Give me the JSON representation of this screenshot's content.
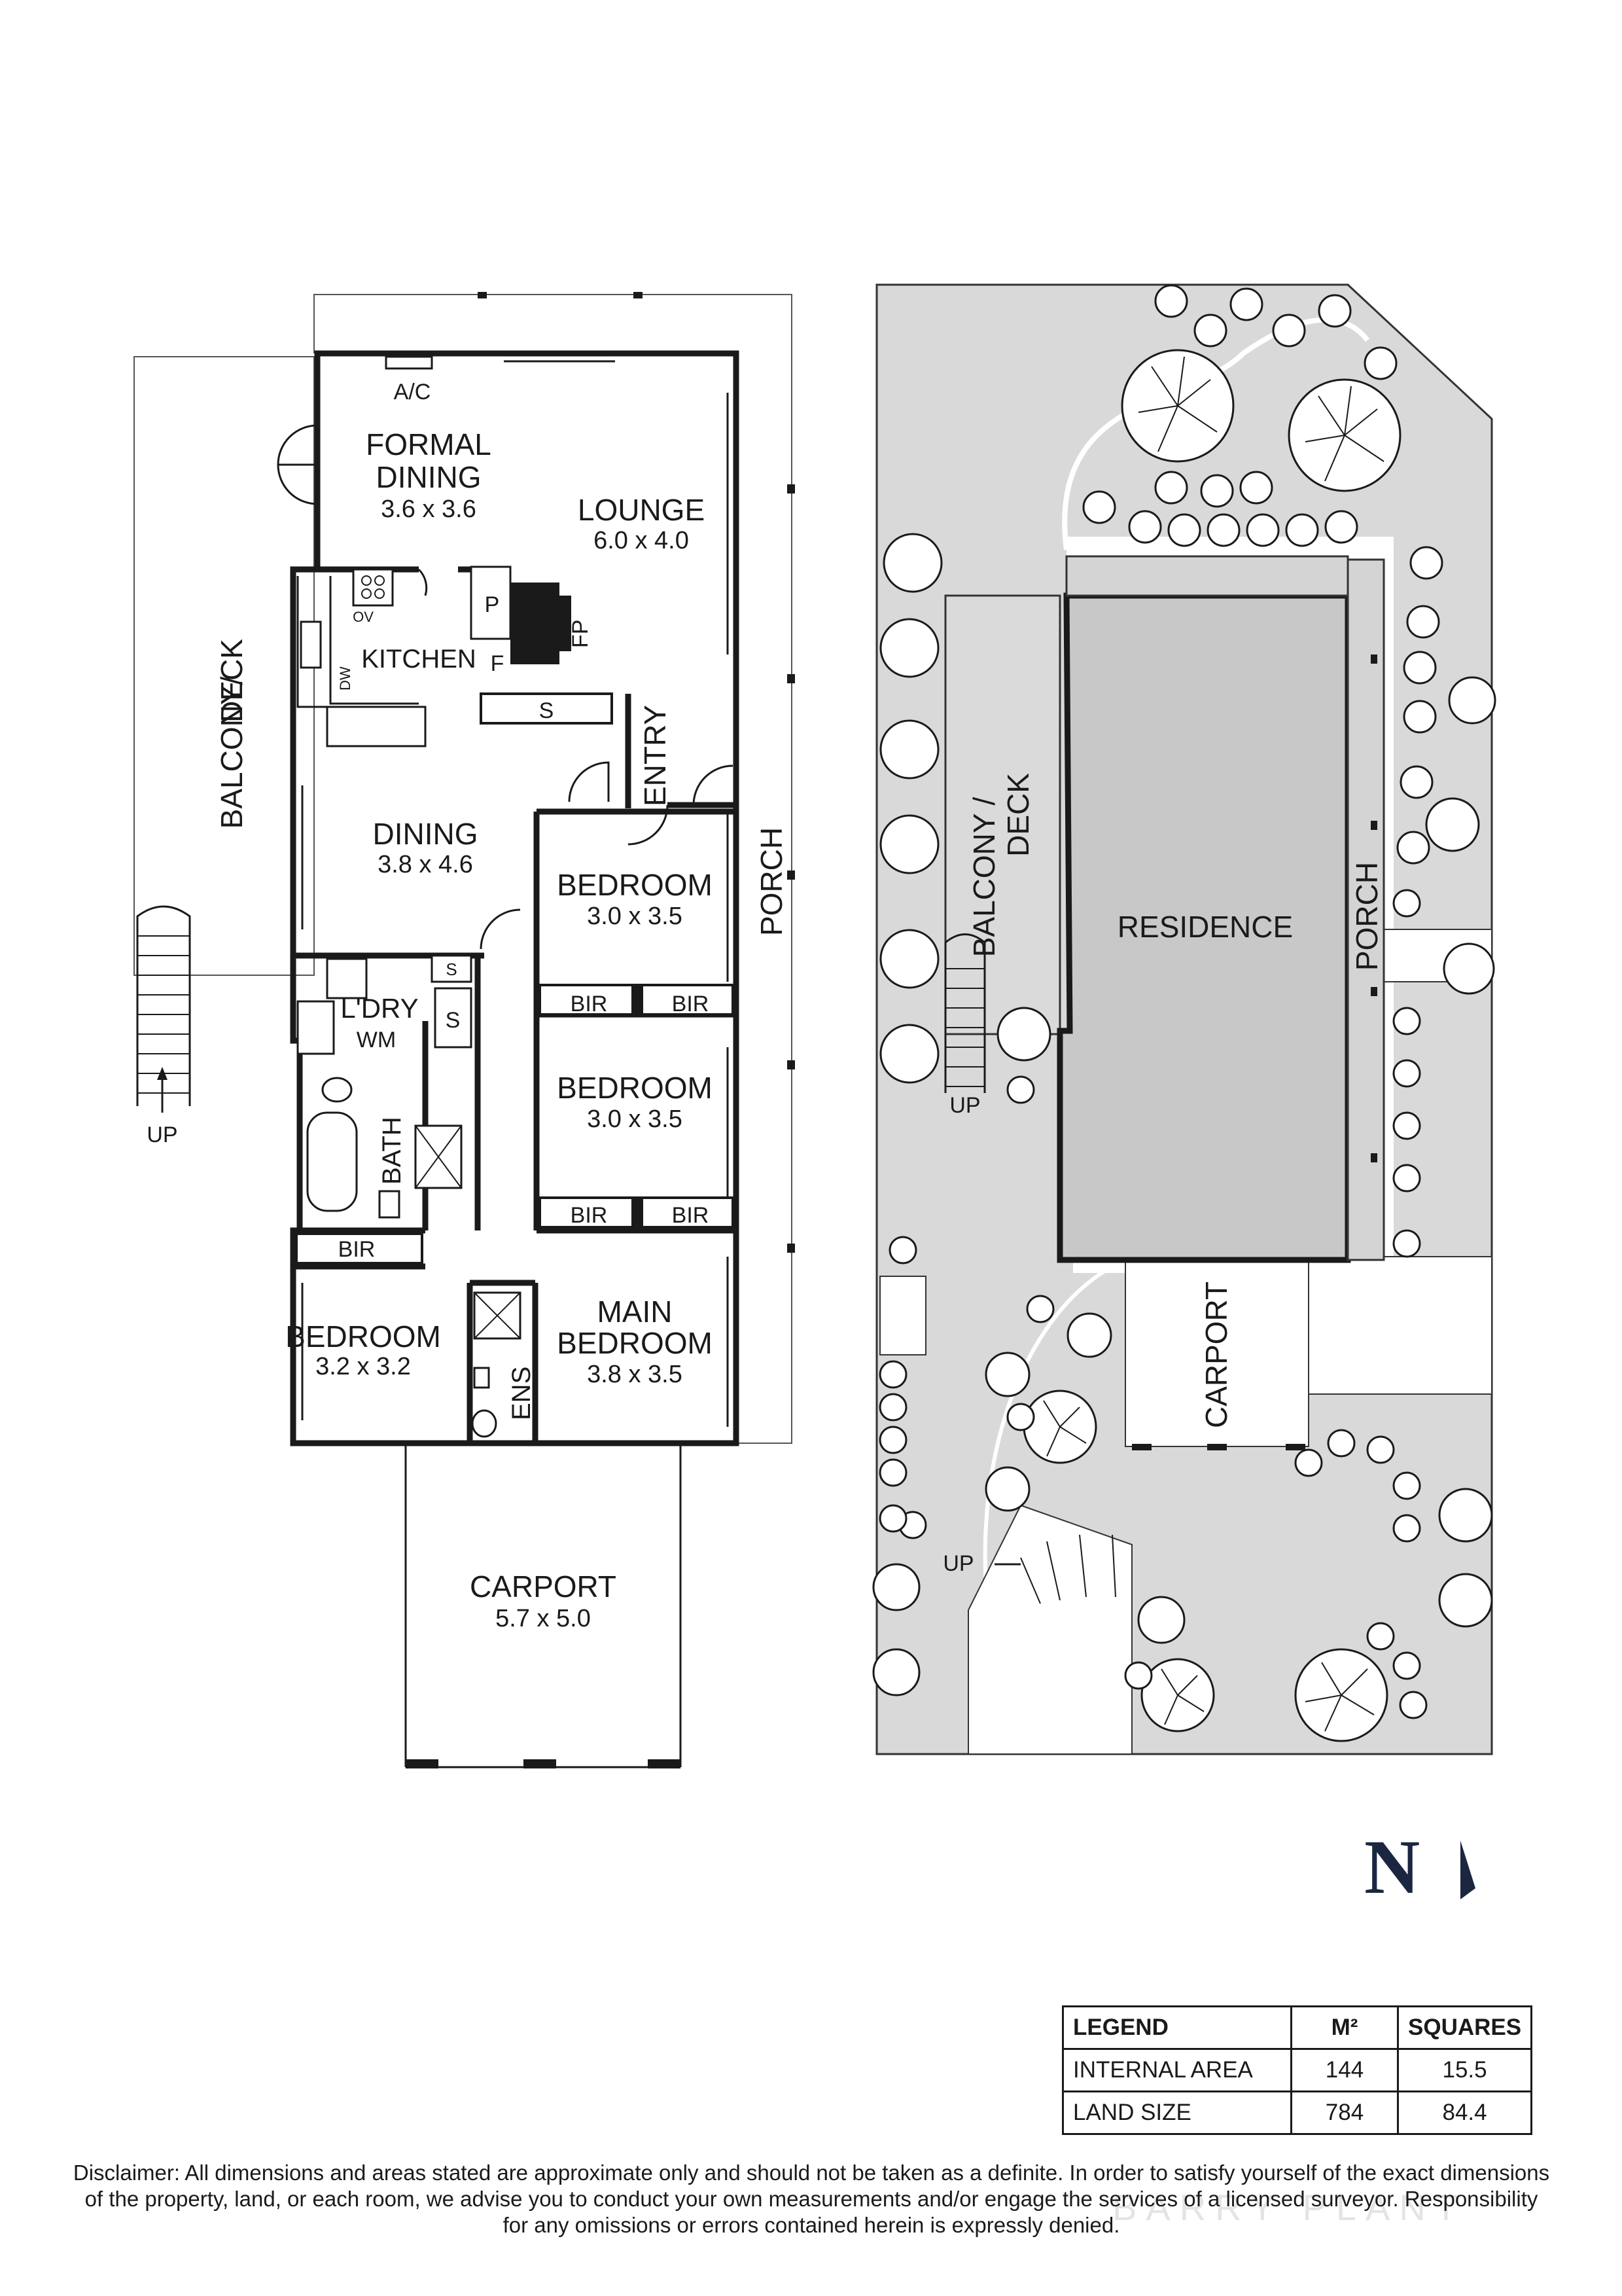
{
  "floor_plan": {
    "rooms": {
      "formal_dining": {
        "name_l1": "FORMAL",
        "name_l2": "DINING",
        "size": "3.6 x 3.6"
      },
      "lounge": {
        "name": "LOUNGE",
        "size": "6.0 x 4.0"
      },
      "kitchen": {
        "name": "KITCHEN"
      },
      "dining": {
        "name": "DINING",
        "size": "3.8 x 4.6"
      },
      "bedroom_1": {
        "name": "BEDROOM",
        "size": "3.0 x 3.5"
      },
      "bedroom_2": {
        "name": "BEDROOM",
        "size": "3.0 x 3.5"
      },
      "bedroom_3": {
        "name": "BEDROOM",
        "size": "3.2 x 3.2"
      },
      "main_bedroom": {
        "name_l1": "MAIN",
        "name_l2": "BEDROOM",
        "size": "3.8 x 3.5"
      },
      "laundry": {
        "name": "L'DRY"
      },
      "bath": {
        "name": "BATH"
      },
      "ensuite": {
        "name": "ENS"
      },
      "entry": {
        "name": "ENTRY"
      },
      "porch": {
        "name": "PORCH"
      },
      "balcony": {
        "name_l1": "BALCONY/",
        "name_l2": "DECK"
      },
      "carport": {
        "name": "CARPORT",
        "size": "5.7 x 5.0"
      }
    },
    "fixtures": {
      "ac": "A/C",
      "oven": "OV",
      "dishwasher": "DW",
      "pantry": "P",
      "fridge": "F",
      "fireplace": "FP",
      "storage": "S",
      "washing_machine": "WM",
      "bir": "BIR",
      "up": "UP"
    }
  },
  "site_plan": {
    "residence": "RESIDENCE",
    "balcony_l1": "BALCONY /",
    "balcony_l2": "DECK",
    "porch": "PORCH",
    "carport": "CARPORT",
    "up": "UP"
  },
  "north_arrow": {
    "letter": "N",
    "color": "#1b2740"
  },
  "legend": {
    "headers": [
      "LEGEND",
      "M²",
      "SQUARES"
    ],
    "rows": [
      {
        "label": "INTERNAL AREA",
        "m2": "144",
        "squares": "15.5"
      },
      {
        "label": "LAND SIZE",
        "m2": "784",
        "squares": "84.4"
      }
    ]
  },
  "disclaimer": {
    "line1": "Disclaimer: All dimensions and areas stated are approximate only and should not be taken as a definite. In order to satisfy yourself of the exact dimensions",
    "line2": "of the property, land, or each room, we advise you to conduct your own measurements and/or engage the services of a licensed surveyor. Responsibility",
    "line3": "for any omissions or errors contained herein is expressly denied."
  },
  "watermark": "BARRY PLANT"
}
